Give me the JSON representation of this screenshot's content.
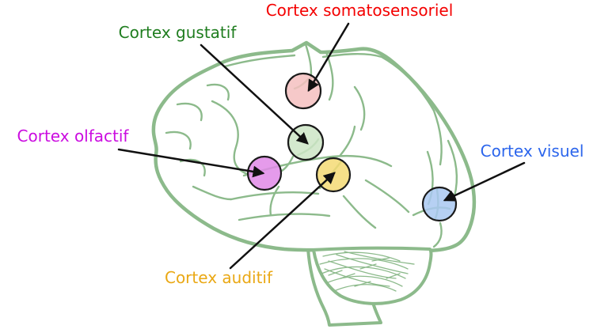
{
  "diagram": {
    "background_color": "#ffffff",
    "brain_line_color": "#8cba8b",
    "arrow_color": "#111111",
    "labels": {
      "somatosensoriel": {
        "text": "Cortex somatosensoriel",
        "color": "#f40000"
      },
      "gustatif": {
        "text": "Cortex gustatif",
        "color": "#1f7d1f"
      },
      "olfactif": {
        "text": "Cortex olfactif",
        "color": "#cb0ce0"
      },
      "auditif": {
        "text": "Cortex auditif",
        "color": "#eaa814"
      },
      "visuel": {
        "text": "Cortex visuel",
        "color": "#2b65ec"
      }
    },
    "regions": {
      "somatosensoriel": {
        "color": "#f5c0c0"
      },
      "gustatif": {
        "color": "#cde5c6"
      },
      "olfactif": {
        "color": "#e08ae8"
      },
      "auditif": {
        "color": "#f5db74"
      },
      "visuel": {
        "color": "#a9c8f1"
      }
    }
  }
}
